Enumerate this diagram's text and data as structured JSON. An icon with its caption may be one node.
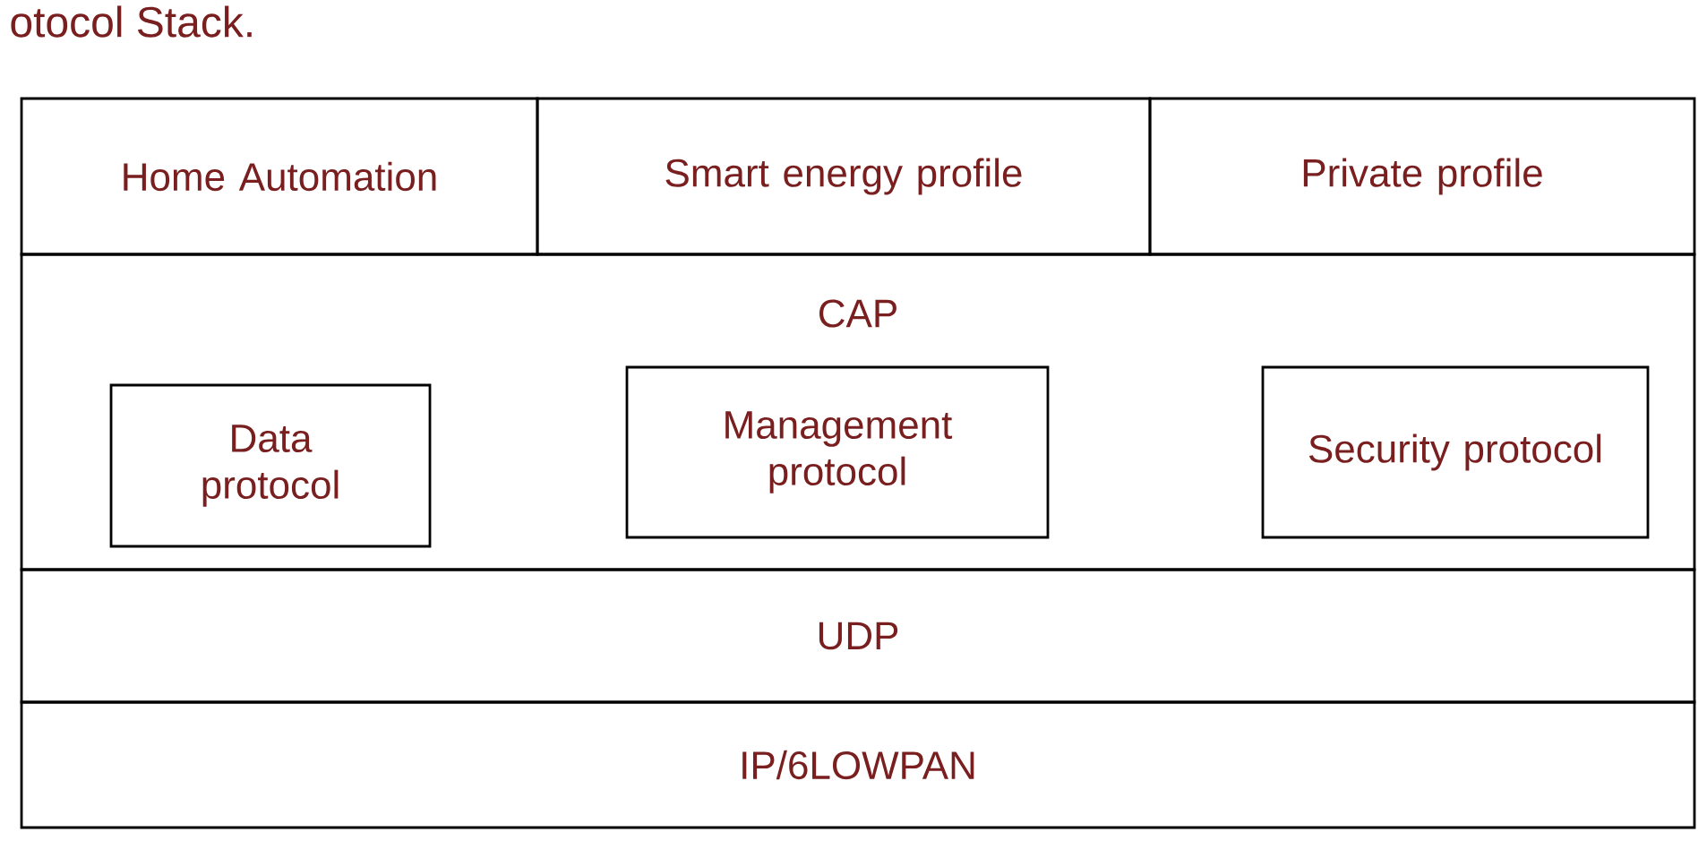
{
  "diagram": {
    "title": "otocol Stack.",
    "nodes": [
      {
        "text": [
          "Home Automation"
        ]
      },
      {
        "text": [
          "Smart energy profile"
        ]
      },
      {
        "text": [
          "Private profile"
        ]
      },
      {
        "text": [
          "CAP"
        ]
      },
      {
        "text": [
          "Data protocol"
        ],
        "in": 3
      },
      {
        "text": [
          "Management protocol"
        ],
        "in": 3
      },
      {
        "text": [
          "Security protocol"
        ],
        "in": 3
      },
      {
        "text": [
          "UDP"
        ]
      },
      {
        "text": [
          "IP/6LOWPAN"
        ]
      }
    ],
    "edges": []
  }
}
